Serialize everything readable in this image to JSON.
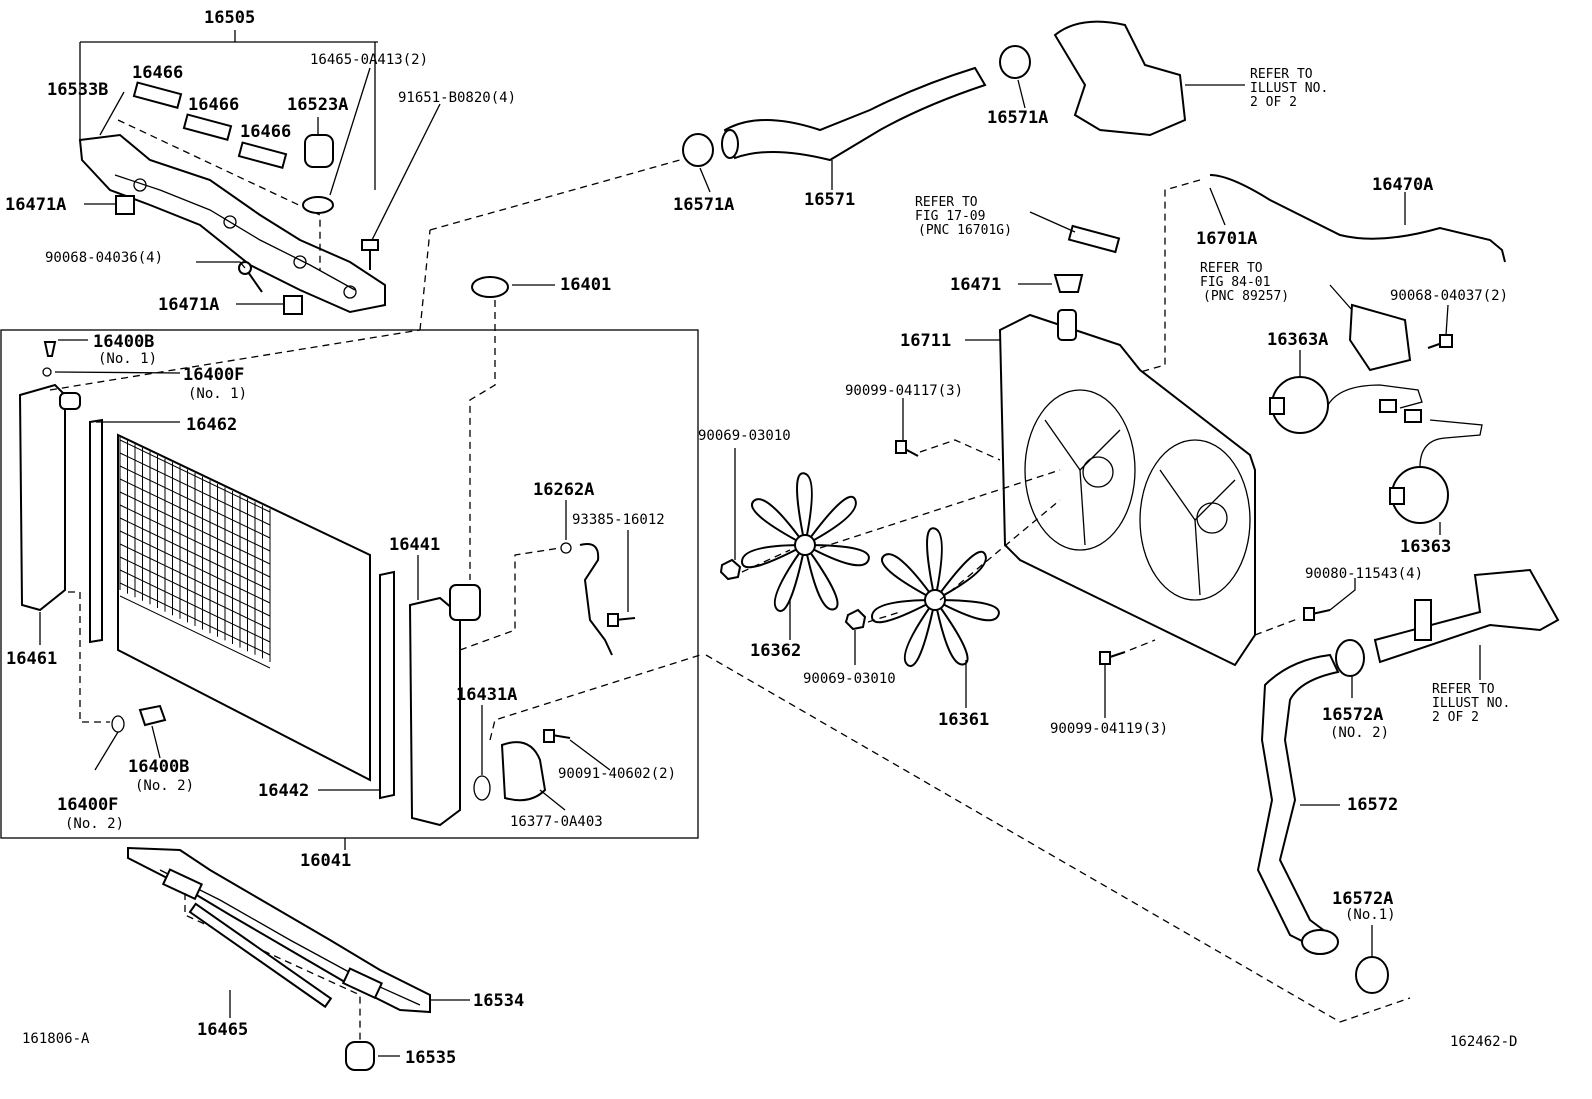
{
  "diagram": {
    "labels": {
      "p16505": "16505",
      "p16466a": "16466",
      "p16466b": "16466",
      "p16466c": "16466",
      "p16465_0A413": "16465-0A413(2)",
      "p16533B": "16533B",
      "p16523A": "16523A",
      "p91651": "91651-B0820(4)",
      "p16471A_top": "16471A",
      "p90068_04036": "90068-04036(4)",
      "p16471A_bot": "16471A",
      "p16401": "16401",
      "p16400B_1": "16400B",
      "p16400B_1_sub": "(No. 1)",
      "p16400F_1": "16400F",
      "p16400F_1_sub": "(No. 1)",
      "p16462": "16462",
      "p16461": "16461",
      "p16441": "16441",
      "p16262A": "16262A",
      "p93385": "93385-16012",
      "p16431A": "16431A",
      "p16400B_2": "16400B",
      "p16400B_2_sub": "(No. 2)",
      "p16400F_2": "16400F",
      "p16400F_2_sub": "(No. 2)",
      "p16442": "16442",
      "p90091": "90091-40602(2)",
      "p16377": "16377-0A403",
      "p16041": "16041",
      "p16534": "16534",
      "p16465": "16465",
      "p16535": "16535",
      "p16571A_left": "16571A",
      "p16571": "16571",
      "p16571A_right": "16571A",
      "p16470A": "16470A",
      "p16701A": "16701A",
      "p16471": "16471",
      "p16711": "16711",
      "p90099_04117": "90099-04117(3)",
      "p90069_03010_a": "90069-03010",
      "p16362": "16362",
      "p90069_03010_b": "90069-03010",
      "p16361": "16361",
      "p90099_04119": "90099-04119(3)",
      "p90068_04037": "90068-04037(2)",
      "p16363A": "16363A",
      "p16363": "16363",
      "p90080": "90080-11543(4)",
      "p16572A_2": "16572A",
      "p16572A_2_sub": "(NO. 2)",
      "p16572": "16572",
      "p16572A_1": "16572A",
      "p16572A_1_sub": "(No.1)"
    },
    "notes": {
      "refer_illust_top_1": "REFER TO",
      "refer_illust_top_2": "ILLUST NO.",
      "refer_illust_top_3": "2 OF 2",
      "refer_fig1709_1": "REFER TO",
      "refer_fig1709_2": "FIG 17-09",
      "refer_fig1709_3": "(PNC 16701G)",
      "refer_fig8401_1": "REFER TO",
      "refer_fig8401_2": "FIG 84-01",
      "refer_fig8401_3": "(PNC 89257)",
      "refer_illust_bot_1": "REFER TO",
      "refer_illust_bot_2": "ILLUST NO.",
      "refer_illust_bot_3": "2 OF 2"
    },
    "codes": {
      "left": "161806-A",
      "right": "162462-D"
    }
  }
}
